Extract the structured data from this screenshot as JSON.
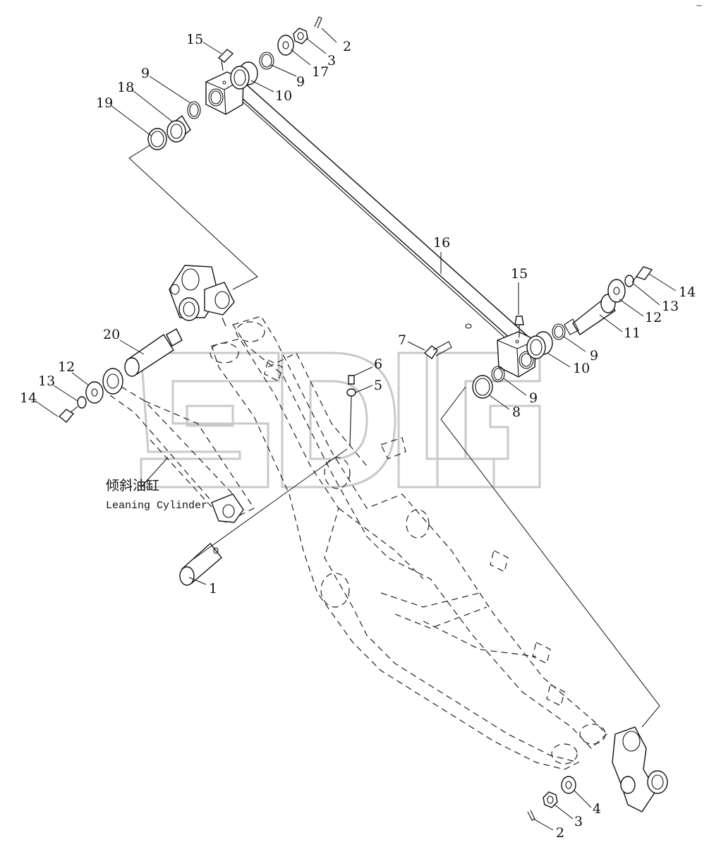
{
  "callouts": [
    {
      "id": "c15a",
      "label": "15"
    },
    {
      "id": "c2a",
      "label": "2"
    },
    {
      "id": "c3a",
      "label": "3"
    },
    {
      "id": "c17",
      "label": "17"
    },
    {
      "id": "c9a",
      "label": "9"
    },
    {
      "id": "c10a",
      "label": "10"
    },
    {
      "id": "c9b",
      "label": "9"
    },
    {
      "id": "c18",
      "label": "18"
    },
    {
      "id": "c19",
      "label": "19"
    },
    {
      "id": "c16",
      "label": "16"
    },
    {
      "id": "c15b",
      "label": "15"
    },
    {
      "id": "c14a",
      "label": "14"
    },
    {
      "id": "c13a",
      "label": "13"
    },
    {
      "id": "c12a",
      "label": "12"
    },
    {
      "id": "c11",
      "label": "11"
    },
    {
      "id": "c9c",
      "label": "9"
    },
    {
      "id": "c10b",
      "label": "10"
    },
    {
      "id": "c7",
      "label": "7"
    },
    {
      "id": "c6",
      "label": "6"
    },
    {
      "id": "c5",
      "label": "5"
    },
    {
      "id": "c9d",
      "label": "9"
    },
    {
      "id": "c8",
      "label": "8"
    },
    {
      "id": "c20",
      "label": "20"
    },
    {
      "id": "c12b",
      "label": "12"
    },
    {
      "id": "c13b",
      "label": "13"
    },
    {
      "id": "c14b",
      "label": "14"
    },
    {
      "id": "c1",
      "label": "1"
    },
    {
      "id": "c4",
      "label": "4"
    },
    {
      "id": "c3b",
      "label": "3"
    },
    {
      "id": "c2b",
      "label": "2"
    }
  ],
  "caption": {
    "chinese": "倾斜油缸",
    "english": "Leaning Cylinder"
  },
  "watermark": {
    "text": "SDLG",
    "color": "#c9c9c9"
  },
  "corner_mark": "~"
}
